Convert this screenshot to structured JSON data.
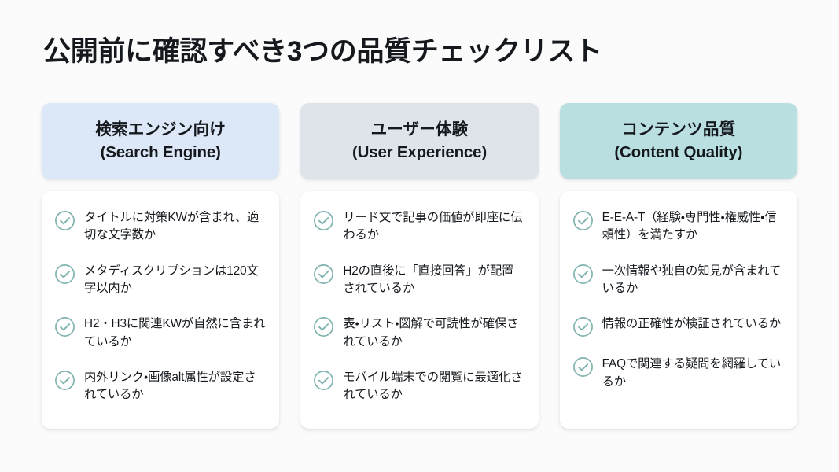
{
  "slide": {
    "title": "公開前に確認すべき3つの品質チェックリスト",
    "background_color": "#fbfbfc",
    "check_icon_color": "#7fb3b0",
    "text_color": "#15191e",
    "card_background": "#ffffff"
  },
  "columns": [
    {
      "header_jp": "検索エンジン向け",
      "header_en": "(Search Engine)",
      "header_color": "#dce8f7",
      "items": [
        "タイトルに対策KWが含まれ、適切な文字数か",
        "メタディスクリプションは120文字以内か",
        "H2・H3に関連KWが自然に含まれているか",
        "内外リンク・画像alt属性が設定されているか"
      ]
    },
    {
      "header_jp": "ユーザー体験",
      "header_en": "(User Experience)",
      "header_color": "#dfe4ea",
      "items": [
        "リード文で記事の価値が即座に伝わるか",
        "H2の直後に「直接回答」が配置されているか",
        "表・リスト・図解で可読性が確保されているか",
        "モバイル端末での閲覧に最適化されているか"
      ]
    },
    {
      "header_jp": "コンテンツ品質",
      "header_en": "(Content Quality)",
      "header_color": "#b9dfe0",
      "items": [
        "E-E-A-T（経験・専門性・権威性・信頼性）を満たすか",
        "一次情報や独自の知見が含まれているか",
        "情報の正確性が検証されているか",
        "FAQで関連する疑問を網羅しているか"
      ]
    }
  ]
}
